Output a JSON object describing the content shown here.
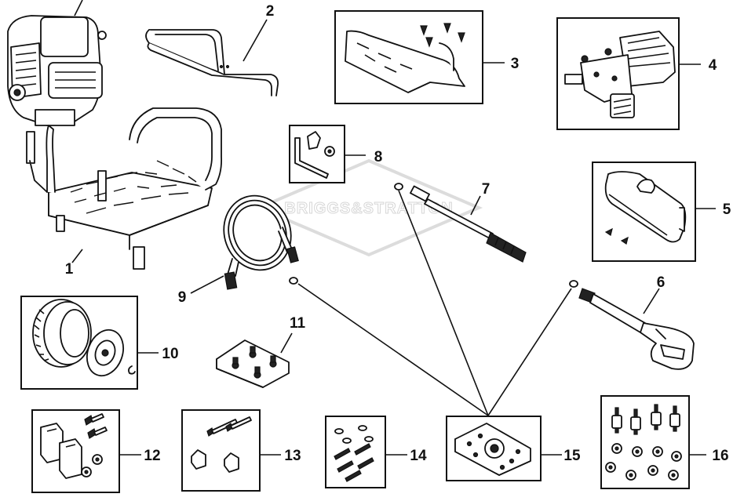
{
  "watermark": {
    "text": "BRIGGS&STRATTON"
  },
  "callouts": [
    {
      "id": "c1",
      "label": "1"
    },
    {
      "id": "c2",
      "label": "2"
    },
    {
      "id": "c3",
      "label": "3"
    },
    {
      "id": "c4",
      "label": "4"
    },
    {
      "id": "c5",
      "label": "5"
    },
    {
      "id": "c6",
      "label": "6"
    },
    {
      "id": "c7",
      "label": "7"
    },
    {
      "id": "c8",
      "label": "8"
    },
    {
      "id": "c9",
      "label": "9"
    },
    {
      "id": "c10",
      "label": "10"
    },
    {
      "id": "c11",
      "label": "11"
    },
    {
      "id": "c12",
      "label": "12"
    },
    {
      "id": "c13",
      "label": "13"
    },
    {
      "id": "c14",
      "label": "14"
    },
    {
      "id": "c15",
      "label": "15"
    },
    {
      "id": "c16",
      "label": "16"
    }
  ]
}
